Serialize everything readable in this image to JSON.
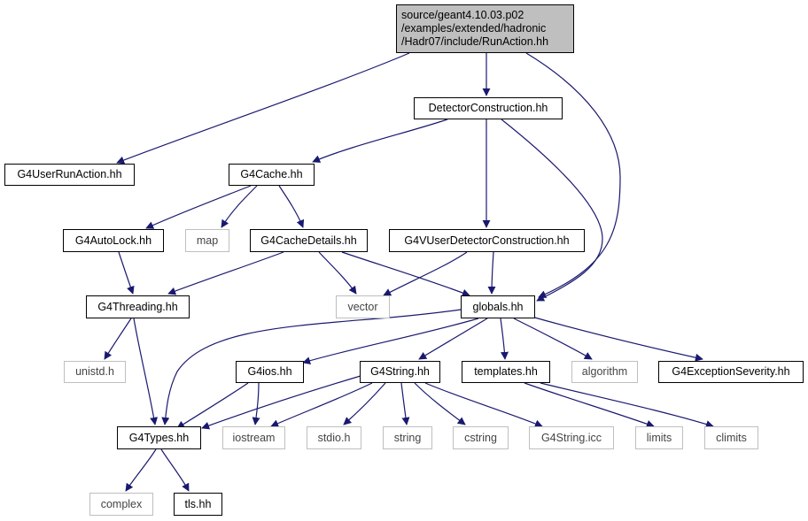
{
  "colors": {
    "edge": "#191970",
    "root_fill": "#bfbfbf",
    "ext_border": "#bfbfbf",
    "node_border": "#000000"
  },
  "nodes": {
    "root": {
      "lines": [
        "source/geant4.10.03.p02",
        "/examples/extended/hadronic",
        "/Hadr07/include/RunAction.hh"
      ]
    },
    "detector_construction": "DetectorConstruction.hh",
    "g4userrunaction": "G4UserRunAction.hh",
    "g4cache": "G4Cache.hh",
    "g4autolock": "G4AutoLock.hh",
    "map": "map",
    "g4cachedetails": "G4CacheDetails.hh",
    "g4vuserdetectorconstruction": "G4VUserDetectorConstruction.hh",
    "g4threading": "G4Threading.hh",
    "vector": "vector",
    "globals": "globals.hh",
    "unistd": "unistd.h",
    "g4ios": "G4ios.hh",
    "g4string": "G4String.hh",
    "templates": "templates.hh",
    "algorithm": "algorithm",
    "g4exceptionseverity": "G4ExceptionSeverity.hh",
    "g4types": "G4Types.hh",
    "iostream": "iostream",
    "stdio": "stdio.h",
    "string": "string",
    "cstring": "cstring",
    "g4stringicc": "G4String.icc",
    "limits": "limits",
    "climits": "climits",
    "complex": "complex",
    "tls": "tls.hh"
  }
}
